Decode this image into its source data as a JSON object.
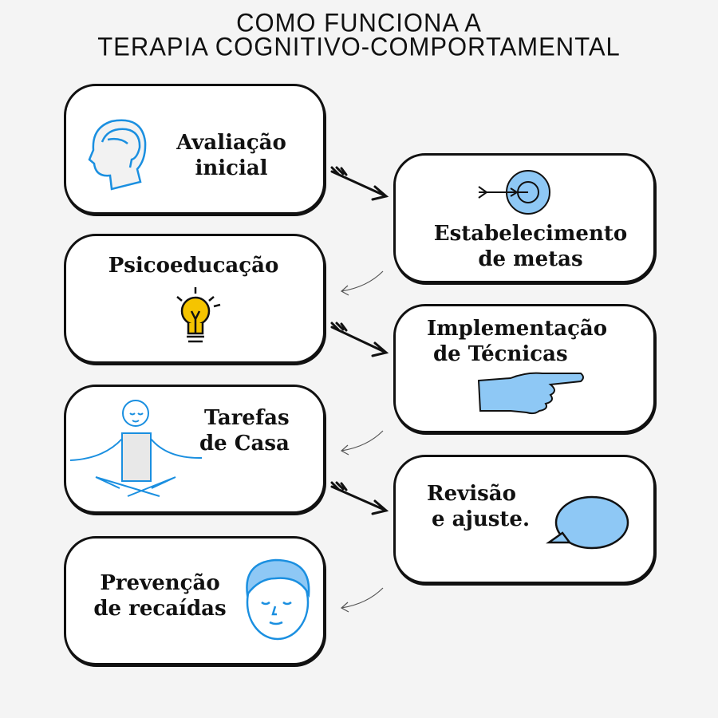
{
  "title": {
    "line1": "COMO FUNCIONA A",
    "line2": "TERAPIA COGNITIVO-COMPORTAMENTAL"
  },
  "steps": [
    {
      "label1": "Avaliação",
      "label2": "inicial",
      "icon": "head-brain-icon"
    },
    {
      "label1": "Estabelecimento",
      "label2": "de metas",
      "icon": "target-arrow-icon"
    },
    {
      "label1": "Psicoeducação",
      "label2": "",
      "icon": "lightbulb-icon"
    },
    {
      "label1": "Implementação",
      "label2": "de Técnicas",
      "icon": "pointing-hand-icon"
    },
    {
      "label1": "Tarefas",
      "label2": "de Casa",
      "icon": "meditation-icon"
    },
    {
      "label1": "Revisão",
      "label2": "e ajuste.",
      "icon": "speech-bubble-icon"
    },
    {
      "label1": "Prevenção",
      "label2": "de recaídas",
      "icon": "calm-face-icon"
    }
  ],
  "colors": {
    "accent_blue": "#8ec8f5",
    "line_blue": "#1a8fe0",
    "bulb_yellow": "#f5c400"
  }
}
